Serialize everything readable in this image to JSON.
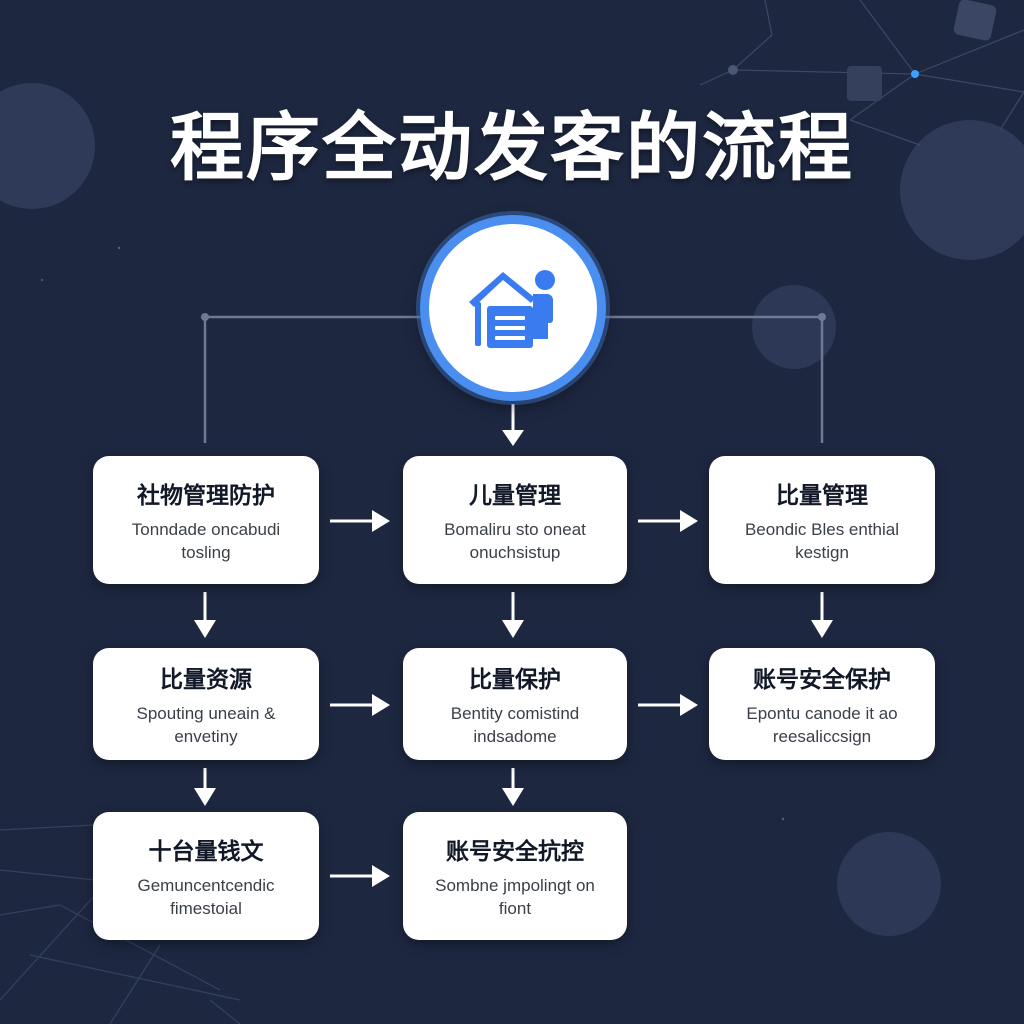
{
  "title": "程序全动发客的流程",
  "hub": {
    "icon": "house-user-icon",
    "accent": "#4a8ef0"
  },
  "colors": {
    "background": "#1d2740",
    "card": "#ffffff",
    "accent": "#4a8ef0",
    "connector": "#6f7a92"
  },
  "steps": [
    {
      "title": "社物管理防护",
      "desc": "Tonndade oncabudi tosling"
    },
    {
      "title": "儿量管理",
      "desc": "Bomaliru sto oneat onuchsistup"
    },
    {
      "title": "比量管理",
      "desc": "Beondic Bles enthial kestign"
    },
    {
      "title": "比量资源",
      "desc": "Spouting uneain & envetiny"
    },
    {
      "title": "比量保护",
      "desc": "Bentity comistind indsadome"
    },
    {
      "title": "账号安全保护",
      "desc": "Epontu canode it ao reesaliccsign"
    },
    {
      "title": "十台量钱文",
      "desc": "Gemuncentcendic fimestoial"
    },
    {
      "title": "账号安全抗控",
      "desc": "Sombne jmpolingt on fiont"
    }
  ]
}
